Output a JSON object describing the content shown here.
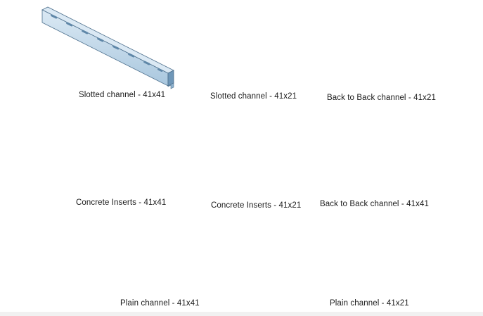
{
  "captions": {
    "slotted_41x41": "Slotted channel - 41x41",
    "slotted_41x21": "Slotted channel - 41x21",
    "b2b_41x21": "Back to Back channel - 41x21",
    "concrete_41x41": "Concrete Inserts - 41x41",
    "concrete_41x21": "Concrete Inserts - 41x21",
    "b2b_41x41": "Back to Back channel - 41x41",
    "plain_41x41": "Plain channel - 41x41",
    "plain_41x21": "Plain channel - 41x21"
  },
  "colors": {
    "steel_top": "#b9d3e6",
    "steel_side": "#8fb3cf",
    "steel_dark": "#5f87a8",
    "steel_edge": "#4d6f8c",
    "steel_light": "#dbe9f4"
  }
}
